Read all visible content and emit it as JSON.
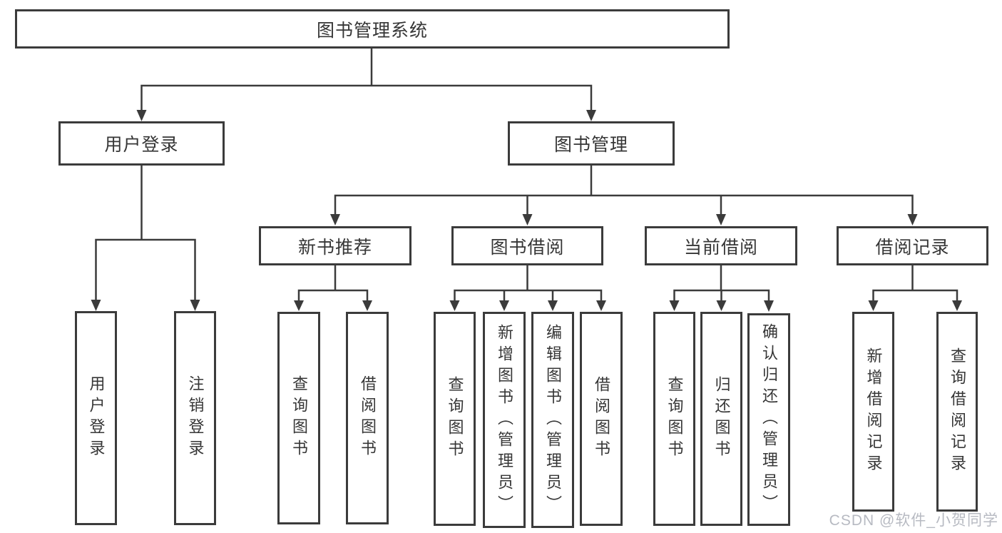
{
  "tree": {
    "label": "图书管理系统",
    "children": [
      {
        "label": "用户登录",
        "children": [
          {
            "label": "用户登录"
          },
          {
            "label": "注销登录"
          }
        ]
      },
      {
        "label": "图书管理",
        "children": [
          {
            "label": "新书推荐",
            "children": [
              {
                "label": "查询图书"
              },
              {
                "label": "借阅图书"
              }
            ]
          },
          {
            "label": "图书借阅",
            "children": [
              {
                "label": "查询图书"
              },
              {
                "label": "新增图书（管理员）"
              },
              {
                "label": "编辑图书（管理员）"
              },
              {
                "label": "借阅图书"
              }
            ]
          },
          {
            "label": "当前借阅",
            "children": [
              {
                "label": "查询图书"
              },
              {
                "label": "归还图书"
              },
              {
                "label": "确认归还（管理员）"
              }
            ]
          },
          {
            "label": "借阅记录",
            "children": [
              {
                "label": "新增借阅记录"
              },
              {
                "label": "查询借阅记录"
              }
            ]
          }
        ]
      }
    ]
  },
  "watermark": "CSDN @软件_小贺同学",
  "colors": {
    "line": "#3b3b3b",
    "text": "#363636",
    "background": "#ffffff",
    "watermark": "#b7bac2"
  }
}
